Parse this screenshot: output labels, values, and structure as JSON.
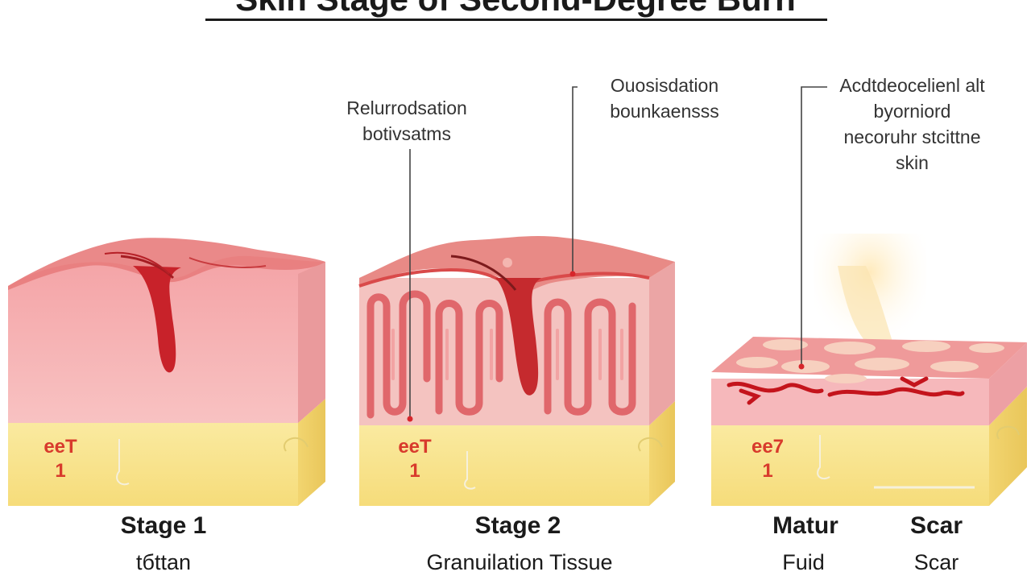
{
  "title": "Skin Stage of Second-Degree Burn",
  "callouts": {
    "stage1": [
      "Relurrodsation",
      "botivsatms"
    ],
    "stage2": [
      "Ouosisdation",
      "bounkaensss"
    ],
    "stage3": [
      "Acdtdeocelienl alt",
      "byorniord",
      "necoruhr stcittne",
      "skin"
    ]
  },
  "layer_tags": {
    "stage1": [
      "eeT",
      "1"
    ],
    "stage2": [
      "eeT",
      "1"
    ],
    "stage3": [
      "ee7",
      "1"
    ]
  },
  "stages": {
    "stage1": {
      "label": "Stage 1",
      "sub": "tбttan"
    },
    "stage2": {
      "label": "Stage 2",
      "sub": "Granuilation Tissue"
    },
    "stage3": {
      "label_left": "Matur",
      "label_right": "Scar",
      "sub_left": "Fuid",
      "sub_right": "Scar"
    }
  },
  "colors": {
    "skin_pink": "#f6b5b5",
    "wound_red": "#d7262b",
    "fat_yellow": "#f8e48a",
    "scar_red": "#c4141c"
  }
}
